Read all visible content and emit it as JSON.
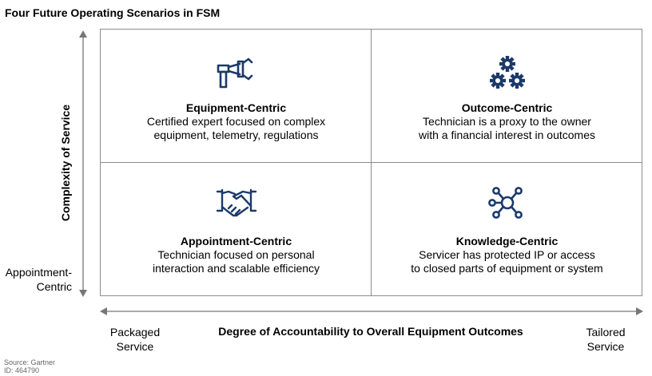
{
  "title": "Four Future Operating Scenarios in FSM",
  "colors": {
    "icon": "#1b3a6b",
    "axis": "#777777",
    "grid_border": "#8c8c8c"
  },
  "y_axis": {
    "label": "Complexity of Service",
    "low_label": [
      "Appointment-",
      "Centric"
    ]
  },
  "x_axis": {
    "label": "Degree of Accountability to Overall Equipment Outcomes",
    "low_label": [
      "Packaged",
      "Service"
    ],
    "high_label": [
      "Tailored",
      "Service"
    ]
  },
  "quadrants": {
    "top_left": {
      "icon": "robotic-arm-icon",
      "title": "Equipment-Centric",
      "lines": [
        "Certified expert focused on complex",
        "equipment, telemetry, regulations"
      ]
    },
    "top_right": {
      "icon": "gears-icon",
      "title": "Outcome-Centric",
      "lines": [
        "Technician is a proxy to the owner",
        "with a financial interest in outcomes"
      ]
    },
    "bottom_left": {
      "icon": "handshake-icon",
      "title": "Appointment-Centric",
      "lines": [
        "Technician focused on personal",
        "interaction and scalable efficiency"
      ]
    },
    "bottom_right": {
      "icon": "network-hub-icon",
      "title": "Knowledge-Centric",
      "lines": [
        "Servicer has protected IP or access",
        "to closed parts of equipment or system"
      ]
    }
  },
  "footer": {
    "source": "Source: Gartner",
    "id": "ID: 464790"
  }
}
